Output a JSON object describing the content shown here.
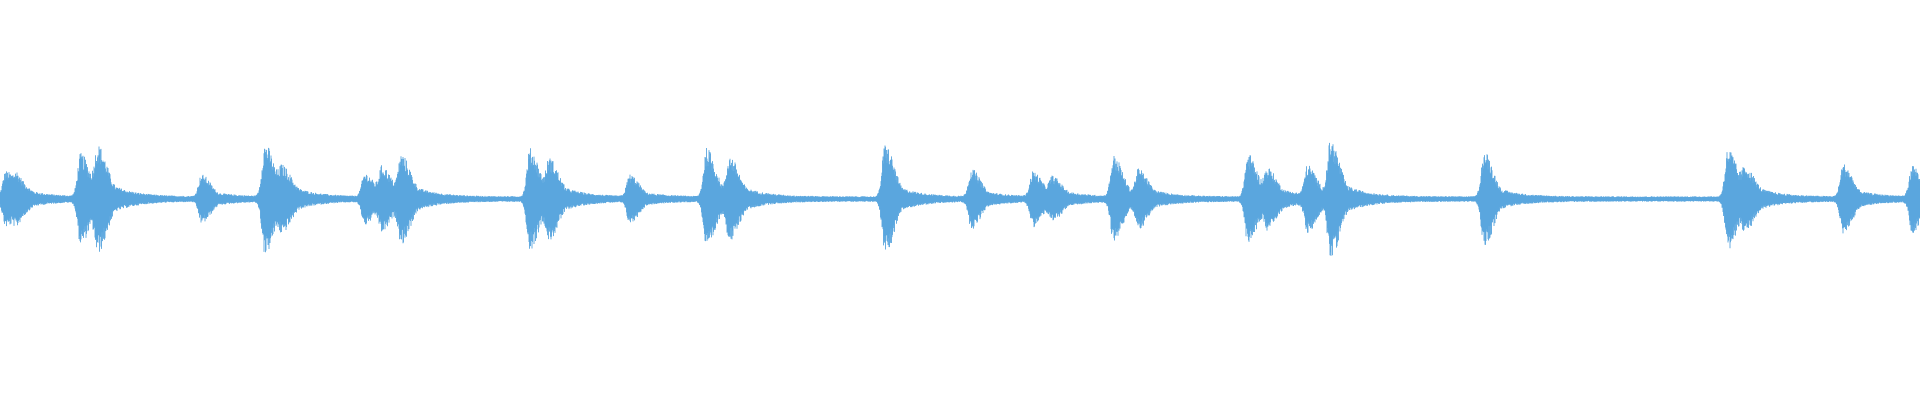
{
  "waveform": {
    "color": "#5aa6de",
    "background": "#ffffff",
    "baseline_amplitude": 0.035,
    "noise_level": 0.22,
    "peak_scale": 0.16,
    "bursts": [
      {
        "t": 0.003,
        "a": 0.33
      },
      {
        "t": 0.009,
        "a": 0.18
      },
      {
        "t": 0.042,
        "a": 0.55
      },
      {
        "t": 0.051,
        "a": 0.58
      },
      {
        "t": 0.105,
        "a": 0.28
      },
      {
        "t": 0.138,
        "a": 0.68
      },
      {
        "t": 0.147,
        "a": 0.3
      },
      {
        "t": 0.19,
        "a": 0.3
      },
      {
        "t": 0.199,
        "a": 0.35
      },
      {
        "t": 0.209,
        "a": 0.48
      },
      {
        "t": 0.276,
        "a": 0.62
      },
      {
        "t": 0.286,
        "a": 0.42
      },
      {
        "t": 0.328,
        "a": 0.28
      },
      {
        "t": 0.368,
        "a": 0.62
      },
      {
        "t": 0.38,
        "a": 0.45
      },
      {
        "t": 0.461,
        "a": 0.68
      },
      {
        "t": 0.506,
        "a": 0.35
      },
      {
        "t": 0.538,
        "a": 0.32
      },
      {
        "t": 0.548,
        "a": 0.22
      },
      {
        "t": 0.58,
        "a": 0.52
      },
      {
        "t": 0.593,
        "a": 0.3
      },
      {
        "t": 0.65,
        "a": 0.55
      },
      {
        "t": 0.66,
        "a": 0.3
      },
      {
        "t": 0.681,
        "a": 0.38
      },
      {
        "t": 0.693,
        "a": 0.68
      },
      {
        "t": 0.773,
        "a": 0.58
      },
      {
        "t": 0.9,
        "a": 0.62
      },
      {
        "t": 0.909,
        "a": 0.3
      },
      {
        "t": 0.96,
        "a": 0.42
      },
      {
        "t": 0.996,
        "a": 0.4
      }
    ]
  }
}
